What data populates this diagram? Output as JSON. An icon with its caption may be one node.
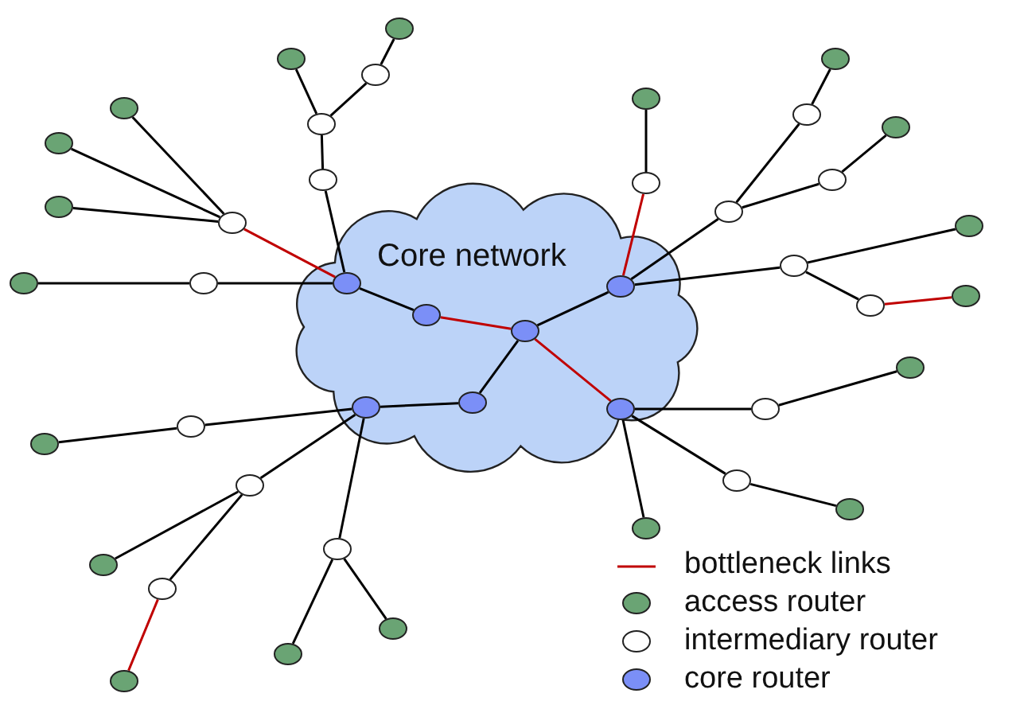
{
  "diagram": {
    "nodes": [
      {
        "text": [
          "Core network"
        ]
      },
      {
        "text": [],
        "shape": "circle",
        "in": 0
      },
      {
        "text": [],
        "shape": "circle",
        "in": 0
      },
      {
        "text": [],
        "shape": "circle",
        "in": 0
      },
      {
        "text": [],
        "shape": "circle",
        "in": 0
      },
      {
        "text": [],
        "shape": "circle",
        "in": 0
      },
      {
        "text": [],
        "shape": "circle",
        "in": 0
      },
      {
        "text": [],
        "shape": "circle",
        "in": 0
      },
      {
        "text": [],
        "shape": "circle"
      },
      {
        "text": [],
        "shape": "circle"
      },
      {
        "text": [],
        "shape": "circle"
      },
      {
        "text": [],
        "shape": "circle"
      },
      {
        "text": [],
        "shape": "circle"
      },
      {
        "text": [],
        "shape": "circle"
      },
      {
        "text": [],
        "shape": "circle"
      },
      {
        "text": [],
        "shape": "circle"
      },
      {
        "text": [],
        "shape": "circle"
      },
      {
        "text": [],
        "shape": "circle"
      },
      {
        "text": [],
        "shape": "circle"
      },
      {
        "text": [],
        "shape": "circle"
      },
      {
        "text": [],
        "shape": "circle"
      },
      {
        "text": [],
        "shape": "circle"
      },
      {
        "text": [],
        "shape": "circle"
      },
      {
        "text": [],
        "shape": "circle"
      },
      {
        "text": [],
        "shape": "circle"
      },
      {
        "text": [],
        "shape": "circle"
      },
      {
        "text": [],
        "shape": "circle"
      },
      {
        "text": [],
        "shape": "circle"
      },
      {
        "text": [],
        "shape": "circle"
      },
      {
        "text": [],
        "shape": "circle"
      },
      {
        "text": [],
        "shape": "circle"
      },
      {
        "text": [],
        "shape": "circle"
      },
      {
        "text": [],
        "shape": "circle"
      },
      {
        "text": [],
        "shape": "circle"
      },
      {
        "text": [],
        "shape": "circle"
      },
      {
        "text": [],
        "shape": "circle"
      },
      {
        "text": [],
        "shape": "circle"
      },
      {
        "text": [],
        "shape": "circle"
      },
      {
        "text": [],
        "shape": "circle"
      },
      {
        "text": [],
        "shape": "circle"
      },
      {
        "text": [],
        "shape": "circle"
      },
      {
        "text": [],
        "shape": "circle"
      },
      {
        "text": [],
        "shape": "circle"
      },
      {
        "text": [],
        "shape": "circle"
      }
    ],
    "edges": [
      {
        "from": 1,
        "to": 2,
        "arrow": "none"
      },
      {
        "from": 2,
        "to": 3,
        "arrow": "none",
        "color": "#c00000"
      },
      {
        "from": 3,
        "to": 4,
        "arrow": "none"
      },
      {
        "from": 3,
        "to": 7,
        "arrow": "none",
        "color": "#c00000"
      },
      {
        "from": 3,
        "to": 6,
        "arrow": "none"
      },
      {
        "from": 6,
        "to": 5,
        "arrow": "none"
      },
      {
        "from": 8,
        "to": 10,
        "arrow": "none"
      },
      {
        "from": 10,
        "to": 12,
        "arrow": "none"
      },
      {
        "from": 9,
        "to": 12,
        "arrow": "none"
      },
      {
        "from": 12,
        "to": 14,
        "arrow": "none"
      },
      {
        "from": 14,
        "to": 1,
        "arrow": "none"
      },
      {
        "from": 11,
        "to": 16,
        "arrow": "none"
      },
      {
        "from": 13,
        "to": 16,
        "arrow": "none"
      },
      {
        "from": 15,
        "to": 16,
        "arrow": "none"
      },
      {
        "from": 16,
        "to": 1,
        "arrow": "none",
        "color": "#c00000"
      },
      {
        "from": 17,
        "to": 18,
        "arrow": "none"
      },
      {
        "from": 18,
        "to": 1,
        "arrow": "none"
      },
      {
        "from": 19,
        "to": 20,
        "arrow": "none"
      },
      {
        "from": 20,
        "to": 4,
        "arrow": "none",
        "color": "#c00000"
      },
      {
        "from": 21,
        "to": 22,
        "arrow": "none"
      },
      {
        "from": 22,
        "to": 25,
        "arrow": "none"
      },
      {
        "from": 23,
        "to": 24,
        "arrow": "none"
      },
      {
        "from": 24,
        "to": 25,
        "arrow": "none"
      },
      {
        "from": 25,
        "to": 4,
        "arrow": "none"
      },
      {
        "from": 26,
        "to": 27,
        "arrow": "none"
      },
      {
        "from": 27,
        "to": 4,
        "arrow": "none"
      },
      {
        "from": 28,
        "to": 27,
        "arrow": "none"
      },
      {
        "from": 29,
        "to": 28,
        "arrow": "none",
        "color": "#c00000"
      },
      {
        "from": 30,
        "to": 31,
        "arrow": "none"
      },
      {
        "from": 31,
        "to": 7,
        "arrow": "none"
      },
      {
        "from": 33,
        "to": 32,
        "arrow": "none"
      },
      {
        "from": 32,
        "to": 7,
        "arrow": "none"
      },
      {
        "from": 34,
        "to": 7,
        "arrow": "none"
      },
      {
        "from": 35,
        "to": 36,
        "arrow": "none"
      },
      {
        "from": 36,
        "to": 5,
        "arrow": "none"
      },
      {
        "from": 38,
        "to": 37,
        "arrow": "none"
      },
      {
        "from": 37,
        "to": 5,
        "arrow": "none"
      },
      {
        "from": 40,
        "to": 39,
        "arrow": "none",
        "color": "#c00000"
      },
      {
        "from": 39,
        "to": 37,
        "arrow": "none"
      },
      {
        "from": 42,
        "to": 41,
        "arrow": "none"
      },
      {
        "from": 43,
        "to": 41,
        "arrow": "none"
      },
      {
        "from": 41,
        "to": 5,
        "arrow": "none"
      }
    ],
    "legend": [
      {
        "text": "bottleneck links"
      },
      {
        "text": "access router",
        "color": "#6aa474"
      },
      {
        "text": "intermediary router",
        "color": "#ffffff"
      },
      {
        "text": "core router",
        "color": "#7b8ff7"
      }
    ]
  }
}
